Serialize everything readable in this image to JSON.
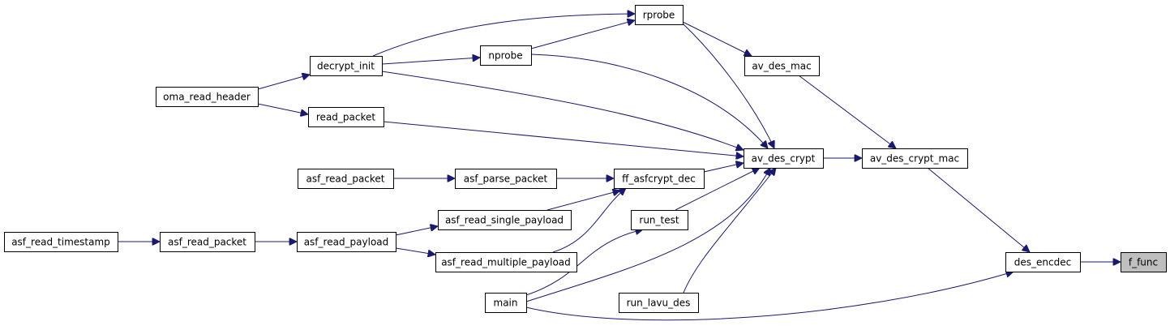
{
  "graph": {
    "nodes": {
      "asf_read_timestamp": "asf_read_timestamp",
      "asf_read_packet_1": "asf_read_packet",
      "asf_read_payload": "asf_read_payload",
      "asf_read_single_payload": "asf_read_single_payload",
      "asf_read_multiple_payload": "asf_read_multiple_payload",
      "asf_read_packet_2": "asf_read_packet",
      "asf_parse_packet": "asf_parse_packet",
      "ff_asfcrypt_dec": "ff_asfcrypt_dec",
      "oma_read_header": "oma_read_header",
      "decrypt_init": "decrypt_init",
      "read_packet": "read_packet",
      "nprobe": "nprobe",
      "rprobe": "rprobe",
      "av_des_mac": "av_des_mac",
      "av_des_crypt": "av_des_crypt",
      "av_des_crypt_mac": "av_des_crypt_mac",
      "run_test": "run_test",
      "main": "main",
      "run_lavu_des": "run_lavu_des",
      "des_encdec": "des_encdec",
      "f_func": "f_func"
    },
    "edges": [
      [
        "asf_read_timestamp",
        "asf_read_packet_1"
      ],
      [
        "asf_read_packet_1",
        "asf_read_payload"
      ],
      [
        "asf_read_payload",
        "asf_read_single_payload"
      ],
      [
        "asf_read_payload",
        "asf_read_multiple_payload"
      ],
      [
        "asf_read_single_payload",
        "ff_asfcrypt_dec"
      ],
      [
        "asf_read_multiple_payload",
        "ff_asfcrypt_dec"
      ],
      [
        "asf_read_packet_2",
        "asf_parse_packet"
      ],
      [
        "asf_parse_packet",
        "ff_asfcrypt_dec"
      ],
      [
        "ff_asfcrypt_dec",
        "av_des_crypt"
      ],
      [
        "oma_read_header",
        "decrypt_init"
      ],
      [
        "oma_read_header",
        "read_packet"
      ],
      [
        "decrypt_init",
        "nprobe"
      ],
      [
        "decrypt_init",
        "rprobe"
      ],
      [
        "decrypt_init",
        "av_des_crypt"
      ],
      [
        "nprobe",
        "rprobe"
      ],
      [
        "nprobe",
        "av_des_crypt"
      ],
      [
        "read_packet",
        "av_des_crypt"
      ],
      [
        "rprobe",
        "av_des_mac"
      ],
      [
        "rprobe",
        "av_des_crypt"
      ],
      [
        "av_des_mac",
        "av_des_crypt_mac"
      ],
      [
        "av_des_crypt",
        "av_des_crypt_mac"
      ],
      [
        "run_test",
        "av_des_crypt"
      ],
      [
        "main",
        "run_test"
      ],
      [
        "main",
        "av_des_crypt"
      ],
      [
        "main",
        "des_encdec"
      ],
      [
        "run_lavu_des",
        "av_des_crypt"
      ],
      [
        "av_des_crypt_mac",
        "des_encdec"
      ],
      [
        "des_encdec",
        "f_func"
      ]
    ],
    "root": "f_func"
  }
}
